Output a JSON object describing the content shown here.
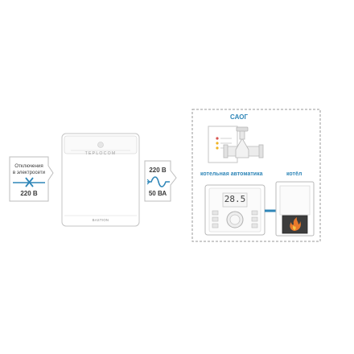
{
  "left_callout": {
    "line1": "Отключения",
    "line2": "в электросети",
    "voltage": "220 В"
  },
  "stabilizer": {
    "brand": "TEPLOCOM",
    "maker": "BASTION"
  },
  "middle_callout": {
    "voltage": "220 В",
    "power": "50 ВА"
  },
  "system_box": {
    "saog_label": "САОГ",
    "automation_label": "котельная автоматика",
    "boiler_label": "котёл",
    "display_value": "28.5"
  },
  "colors": {
    "accent_blue": "#2f86b8",
    "outline_gray": "#b9b9b9",
    "flame_orange": "#e8792b",
    "indicator_red": "#d9534f",
    "indicator_yellow": "#f0b323"
  },
  "icons": [
    "power-cut-icon",
    "sine-wave-icon",
    "thermostat-knob-icon",
    "gas-valve-icon",
    "flame-icon"
  ]
}
